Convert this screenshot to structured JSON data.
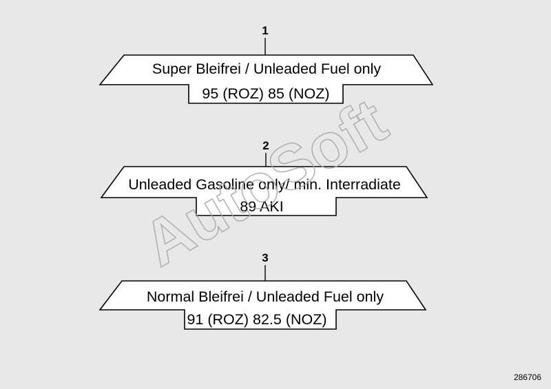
{
  "labels": [
    {
      "number": "1",
      "line1": "Super Bleifrei / Unleaded Fuel only",
      "line2": "95 (ROZ) 85 (NOZ)"
    },
    {
      "number": "2",
      "line1": "Unleaded Gasoline only/ min. Interradiate",
      "line2": "89 AKI"
    },
    {
      "number": "3",
      "line1": "Normal Bleifrei  /  Unleaded Fuel only",
      "line2": "91 (ROZ) 82.5 (NOZ)"
    }
  ],
  "watermark": "AutoSoft",
  "reference_number": "286706",
  "colors": {
    "background": "#e8e8e8",
    "label_fill": "#ffffff",
    "stroke": "#000000",
    "watermark": "#a8a8a8"
  }
}
